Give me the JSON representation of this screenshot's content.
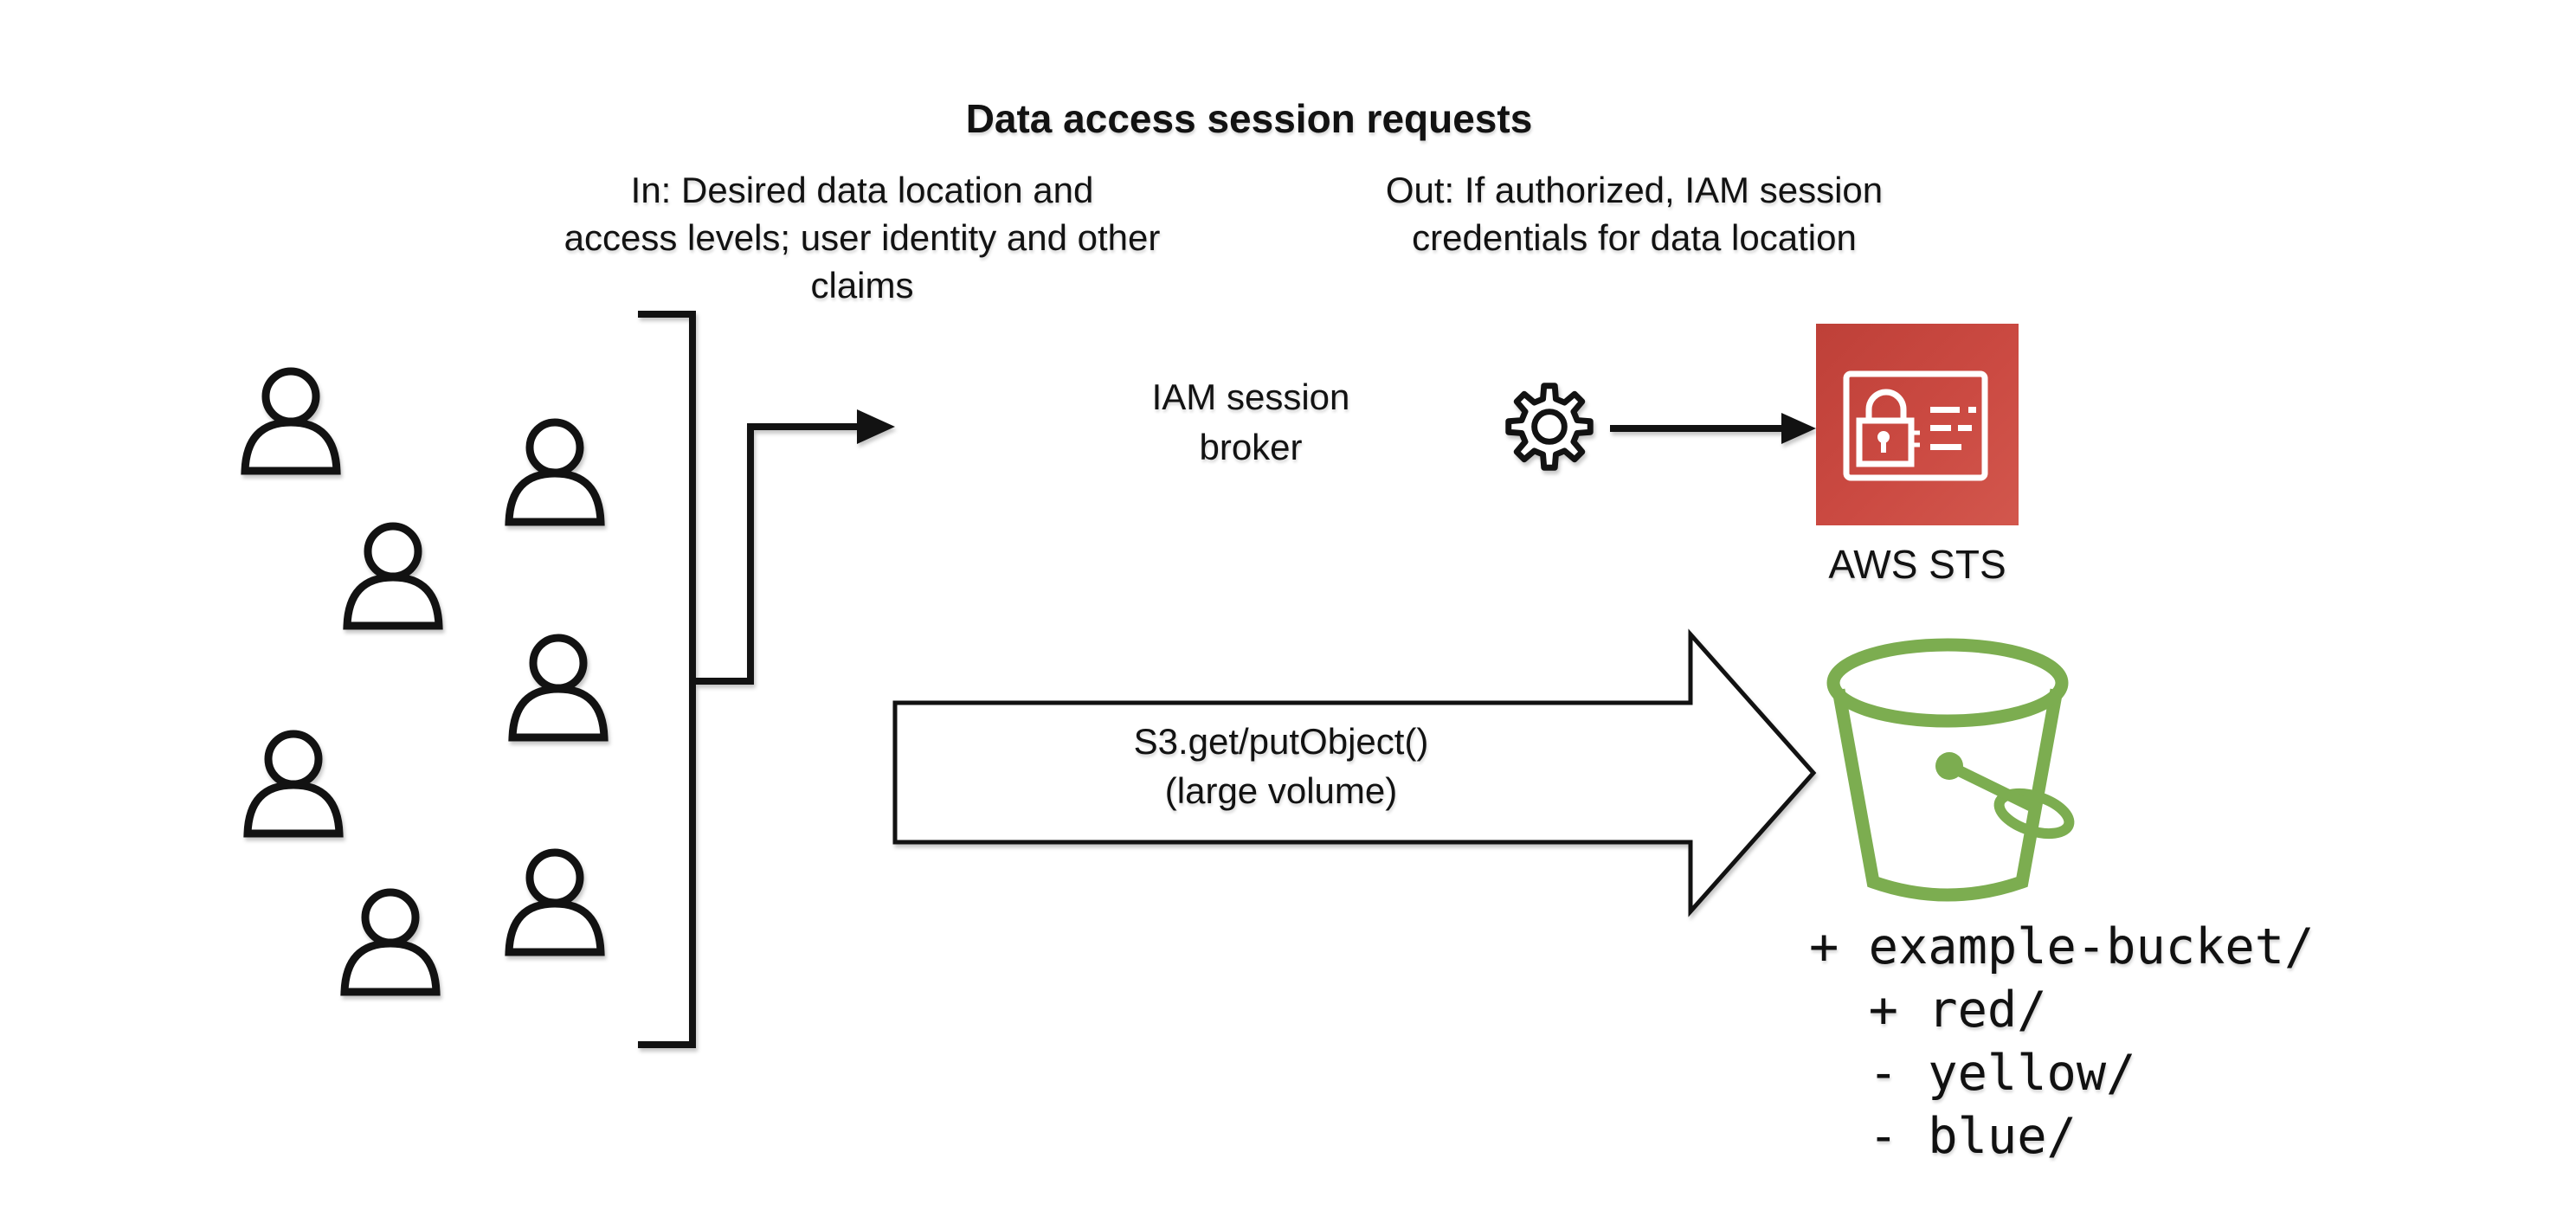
{
  "title": "Data access session requests",
  "notes": {
    "in": "In: Desired data location and\naccess levels; user identity and other\nclaims",
    "out": "Out: If authorized, IAM session\ncredentials for data location"
  },
  "broker": {
    "label": "IAM session\nbroker"
  },
  "sts": {
    "label": "AWS STS"
  },
  "s3_arrow": {
    "label": "S3.get/putObject()\n(large volume)"
  },
  "bucket": {
    "listing": "+ example-bucket/\n  + red/\n  - yellow/\n  - blue/"
  },
  "icons": {
    "user": "person-silhouette-outline",
    "gear": "cog-outline",
    "aws_sts": "red-square-card-with-lock",
    "s3_bucket": "green-bucket-with-handle"
  },
  "colors": {
    "sts_red_dark": "#BE4038",
    "sts_red_light": "#D2574D",
    "bucket_green": "#7CAD50",
    "line_black": "#121212"
  },
  "user_count": 7
}
